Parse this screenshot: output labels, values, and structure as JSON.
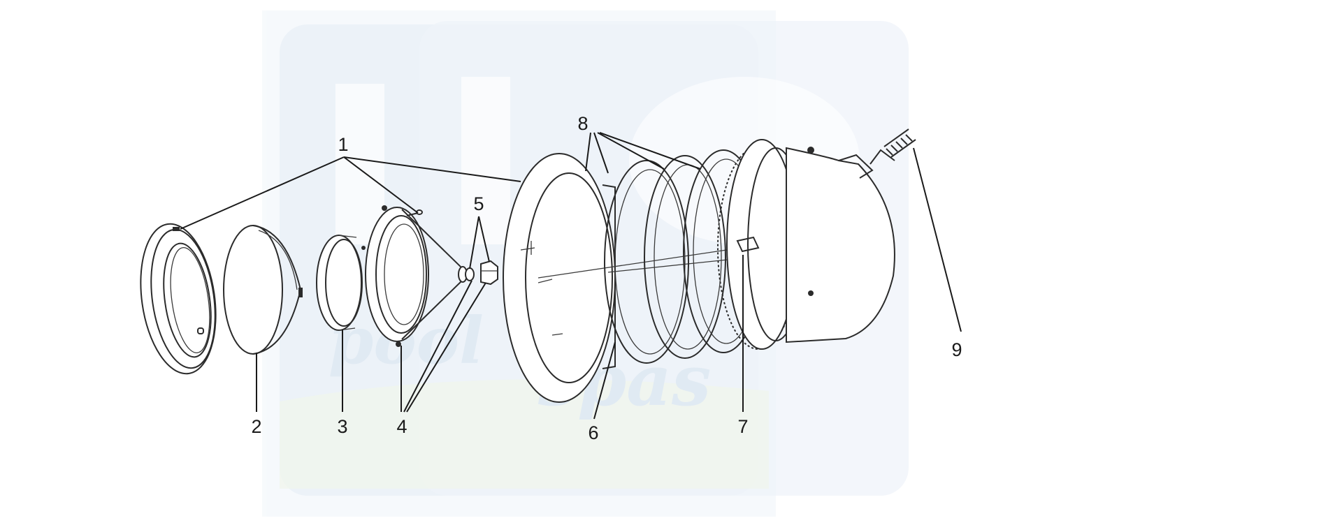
{
  "colors": {
    "background": "#ffffff",
    "line": "#1a1a1a",
    "watermark_panel": "#e6eef6",
    "watermark_text": "#dde8f2"
  },
  "watermark": {
    "text_line_1": "pool",
    "text_line_2": "spas"
  },
  "callouts": [
    {
      "id": "1",
      "label": "1"
    },
    {
      "id": "2",
      "label": "2"
    },
    {
      "id": "3",
      "label": "3"
    },
    {
      "id": "4",
      "label": "4"
    },
    {
      "id": "5",
      "label": "5"
    },
    {
      "id": "6",
      "label": "6"
    },
    {
      "id": "7",
      "label": "7"
    },
    {
      "id": "8",
      "label": "8"
    },
    {
      "id": "9",
      "label": "9"
    }
  ]
}
